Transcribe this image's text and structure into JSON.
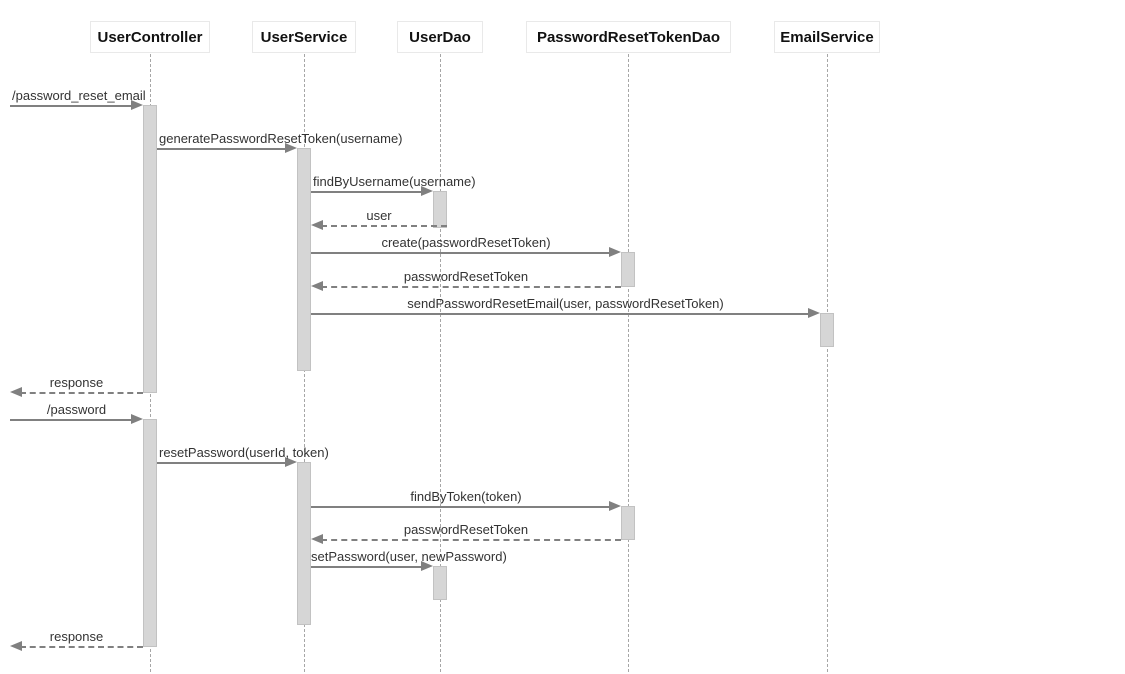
{
  "diagram": {
    "type": "uml-sequence-diagram",
    "background": "#ffffff",
    "colors": {
      "arrow": "#808080",
      "activation_fill": "#d6d6d6",
      "activation_border": "#c2c2c2",
      "lifeline": "#a6a6a6",
      "participant_border": "#e9e9e9",
      "text": "#333333"
    }
  },
  "participants": [
    {
      "name": "UserController"
    },
    {
      "name": "UserService"
    },
    {
      "name": "UserDao"
    },
    {
      "name": "PasswordResetTokenDao"
    },
    {
      "name": "EmailService"
    }
  ],
  "messages": [
    {
      "label": "/password_reset_email",
      "from": "external",
      "to": "UserController",
      "kind": "sync"
    },
    {
      "label": "generatePasswordResetToken(username)",
      "from": "UserController",
      "to": "UserService",
      "kind": "sync"
    },
    {
      "label": "findByUsername(username)",
      "from": "UserService",
      "to": "UserDao",
      "kind": "sync"
    },
    {
      "label": "user",
      "from": "UserDao",
      "to": "UserService",
      "kind": "return"
    },
    {
      "label": "create(passwordResetToken)",
      "from": "UserService",
      "to": "PasswordResetTokenDao",
      "kind": "sync"
    },
    {
      "label": "passwordResetToken",
      "from": "PasswordResetTokenDao",
      "to": "UserService",
      "kind": "return"
    },
    {
      "label": "sendPasswordResetEmail(user, passwordResetToken)",
      "from": "UserService",
      "to": "EmailService",
      "kind": "sync"
    },
    {
      "label": "response",
      "from": "UserController",
      "to": "external",
      "kind": "return"
    },
    {
      "label": "/password",
      "from": "external",
      "to": "UserController",
      "kind": "sync"
    },
    {
      "label": "resetPassword(userId, token)",
      "from": "UserController",
      "to": "UserService",
      "kind": "sync"
    },
    {
      "label": "findByToken(token)",
      "from": "UserService",
      "to": "PasswordResetTokenDao",
      "kind": "sync"
    },
    {
      "label": "passwordResetToken",
      "from": "PasswordResetTokenDao",
      "to": "UserService",
      "kind": "return"
    },
    {
      "label": "setPassword(user, newPassword)",
      "from": "UserService",
      "to": "UserDao",
      "kind": "sync"
    },
    {
      "label": "response",
      "from": "UserController",
      "to": "external",
      "kind": "return"
    }
  ]
}
